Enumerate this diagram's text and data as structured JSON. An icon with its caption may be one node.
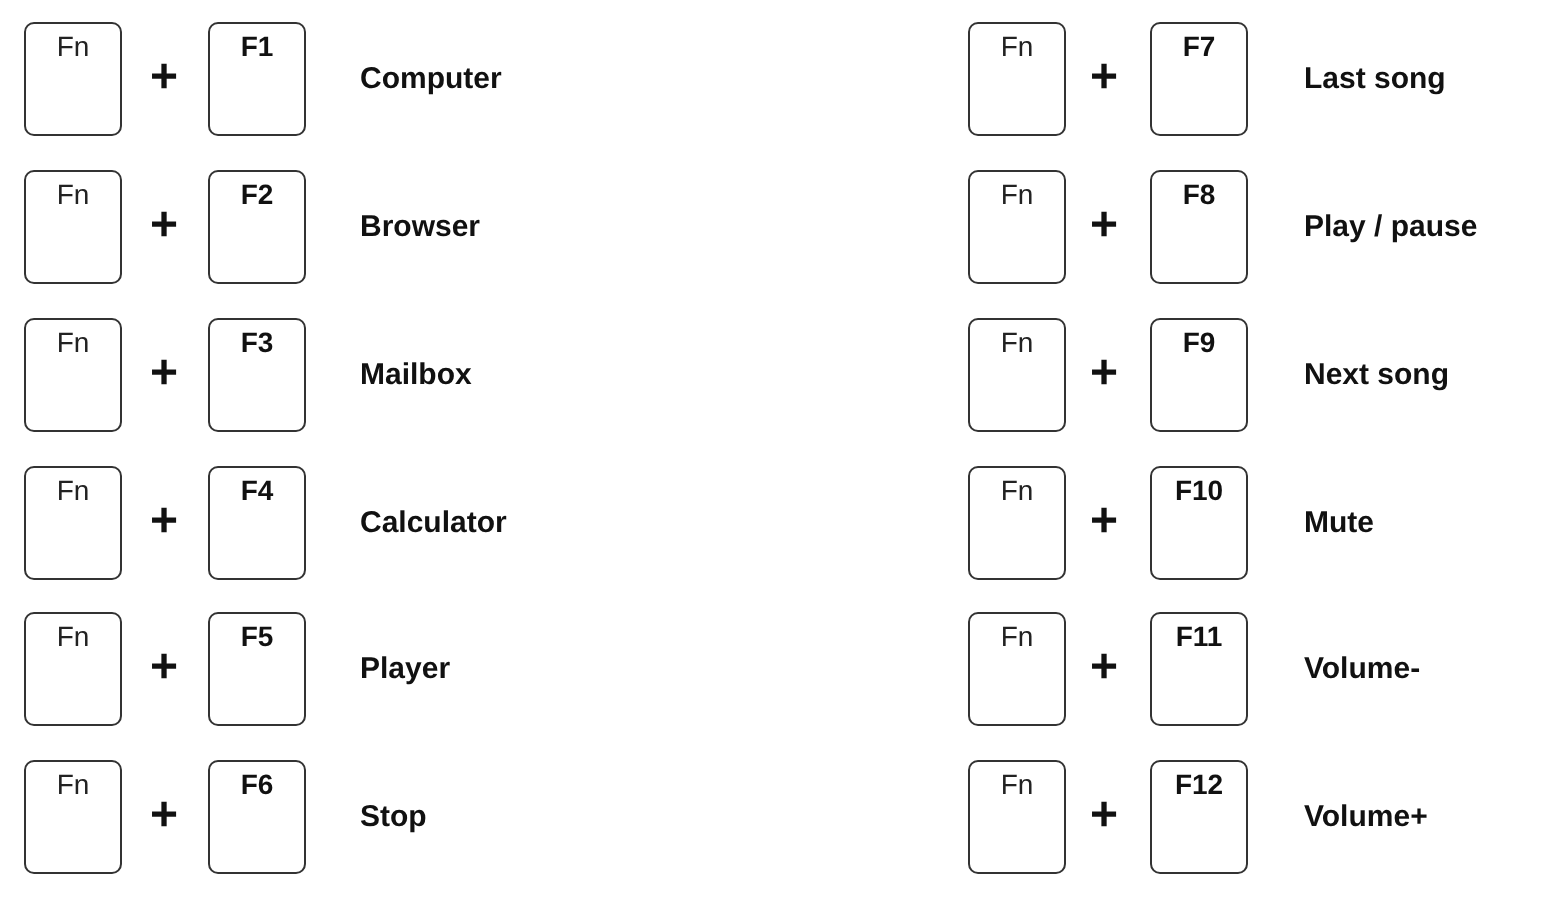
{
  "diagram": {
    "nodes": [
      {
        "text": [
          "Fn"
        ]
      },
      {
        "text": [
          "F1"
        ],
        "beside": [
          "Computer"
        ]
      },
      {
        "text": [
          "Fn"
        ]
      },
      {
        "text": [
          "F7"
        ],
        "beside": [
          "Last song"
        ]
      },
      {
        "text": [
          "Fn"
        ]
      },
      {
        "text": [
          "F2"
        ],
        "beside": [
          "Browser"
        ]
      },
      {
        "text": [
          "Fn"
        ]
      },
      {
        "text": [
          "F8"
        ],
        "beside": [
          "Play / pause"
        ]
      },
      {
        "text": [
          "Fn"
        ]
      },
      {
        "text": [
          "F3"
        ],
        "beside": [
          "Mailbox"
        ]
      },
      {
        "text": [
          "Fn"
        ]
      },
      {
        "text": [
          "F9"
        ],
        "beside": [
          "Next song"
        ]
      },
      {
        "text": [
          "Fn"
        ]
      },
      {
        "text": [
          "F4"
        ],
        "beside": [
          "Calculator"
        ]
      },
      {
        "text": [
          "Fn"
        ]
      },
      {
        "text": [
          "F10"
        ],
        "beside": [
          "Mute"
        ]
      },
      {
        "text": [
          "Fn"
        ]
      },
      {
        "text": [
          "F5"
        ],
        "beside": [
          "Player"
        ]
      },
      {
        "text": [
          "Fn"
        ]
      },
      {
        "text": [
          "F11"
        ],
        "beside": [
          "Volume-"
        ]
      },
      {
        "text": [
          "Fn"
        ]
      },
      {
        "text": [
          "F6"
        ],
        "beside": [
          "Stop"
        ]
      },
      {
        "text": [
          "Fn"
        ]
      },
      {
        "text": [
          "F12"
        ],
        "beside": [
          "Volume+"
        ]
      }
    ],
    "labels": [
      "+",
      "+",
      "+",
      "+",
      "+",
      "+",
      "+",
      "+",
      "+",
      "+",
      "+",
      "+"
    ]
  }
}
